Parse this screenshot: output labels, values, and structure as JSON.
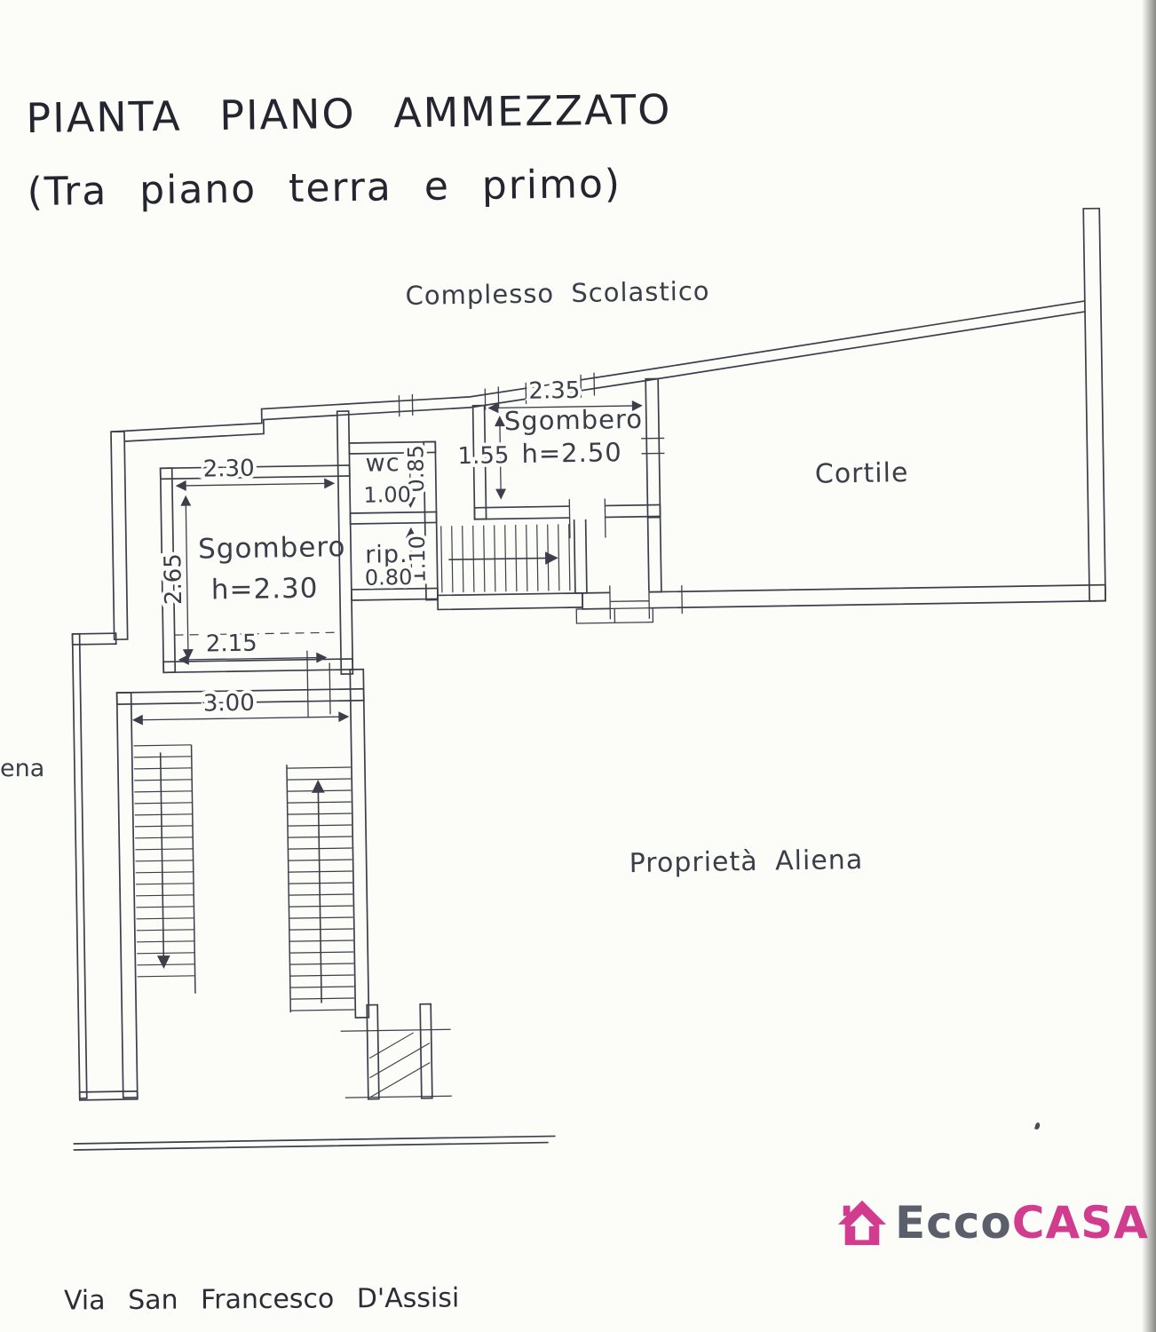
{
  "document": {
    "title_line1": "PIANTA PIANO AMMEZZATO",
    "title_line2": "(Tra piano terra e primo)",
    "street_label": "Via San Francesco D'Assisi",
    "left_edge_text": "ena"
  },
  "plan": {
    "area_labels": {
      "school": "Complesso Scolastico",
      "courtyard": "Cortile",
      "neighbor": "Proprietà Aliena"
    },
    "rooms": {
      "storage_upper": {
        "name": "Sgombero",
        "height": "h=2.50",
        "width": "2.35",
        "depth": "1.55"
      },
      "storage_left": {
        "name": "Sgombero",
        "height": "h=2.30",
        "width_top": "2.30",
        "depth": "2.65",
        "width_bottom": "2.15"
      },
      "wc": {
        "name": "wc",
        "width": "0.85",
        "depth": "1.00"
      },
      "closet": {
        "name": "rip.",
        "width": "1.10",
        "depth": "0.80"
      }
    },
    "stairs": {
      "width": "3.00"
    }
  },
  "logo": {
    "text_grey": "Ecco",
    "text_pink": "CASA"
  }
}
